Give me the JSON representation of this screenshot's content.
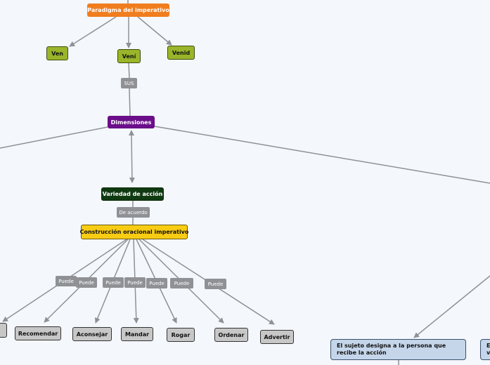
{
  "nodes": {
    "paradigma": "Paradigma del imperativo",
    "ven": "Ven",
    "veni": "Vení",
    "venid": "Venid",
    "dimensiones": "Dimensiones",
    "variedad": "Variedad de acción",
    "construccion": "Construcción oracional imperativo",
    "recomendar": "Recomendar",
    "aconsejar": "Aconsejar",
    "mandar": "Mandar",
    "rogar": "Rogar",
    "ordenar": "Ordenar",
    "advertir": "Advertir",
    "sujeto": "El sujeto designa a la persona que recibe la acción",
    "partial_right": "E\nv"
  },
  "labels": {
    "sus": "SUS",
    "de_acuerdo": "De acuerdo",
    "puede": "Puede"
  },
  "colors": {
    "root": "#f07d1e",
    "leaf_green": "#9ab52a",
    "dimension": "#6b0e8a",
    "variedad": "#103a12",
    "construccion": "#f8cc13",
    "verb": "#c7c7c7",
    "subject": "#c5d6ea",
    "edge": "#8e9196",
    "edge_label": "#8f9195"
  }
}
